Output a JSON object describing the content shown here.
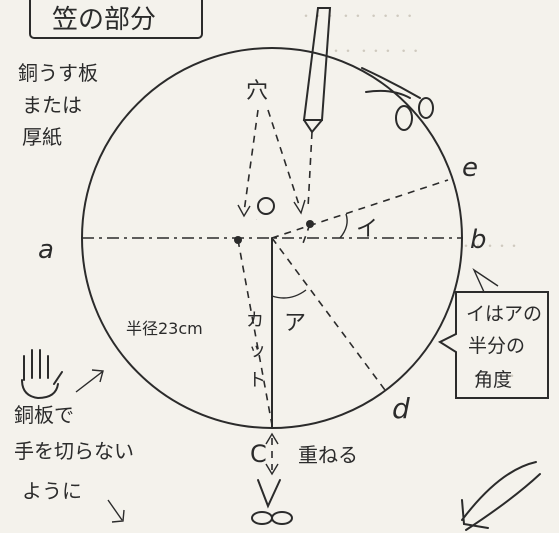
{
  "title": "笠の部分",
  "material_note": [
    "銅うす板",
    "または",
    "厚紙"
  ],
  "hole_label": "穴",
  "center_label": "O",
  "point_labels": {
    "a": "a",
    "b": "b",
    "c": "C",
    "d": "d",
    "e": "e"
  },
  "angle_labels": {
    "i": "イ",
    "a": "ア"
  },
  "radius_label": "半径23cm",
  "cut_label": [
    "カ",
    "ッ",
    "ト"
  ],
  "overlap_label": "重ねる",
  "callout": [
    "イはアの",
    "半分の",
    "角度"
  ],
  "warning": [
    "銅板で",
    "手を切らない",
    "ように"
  ],
  "icons": [
    "pen-icon",
    "scissors-icon",
    "hand-icon",
    "arrow-icon"
  ]
}
